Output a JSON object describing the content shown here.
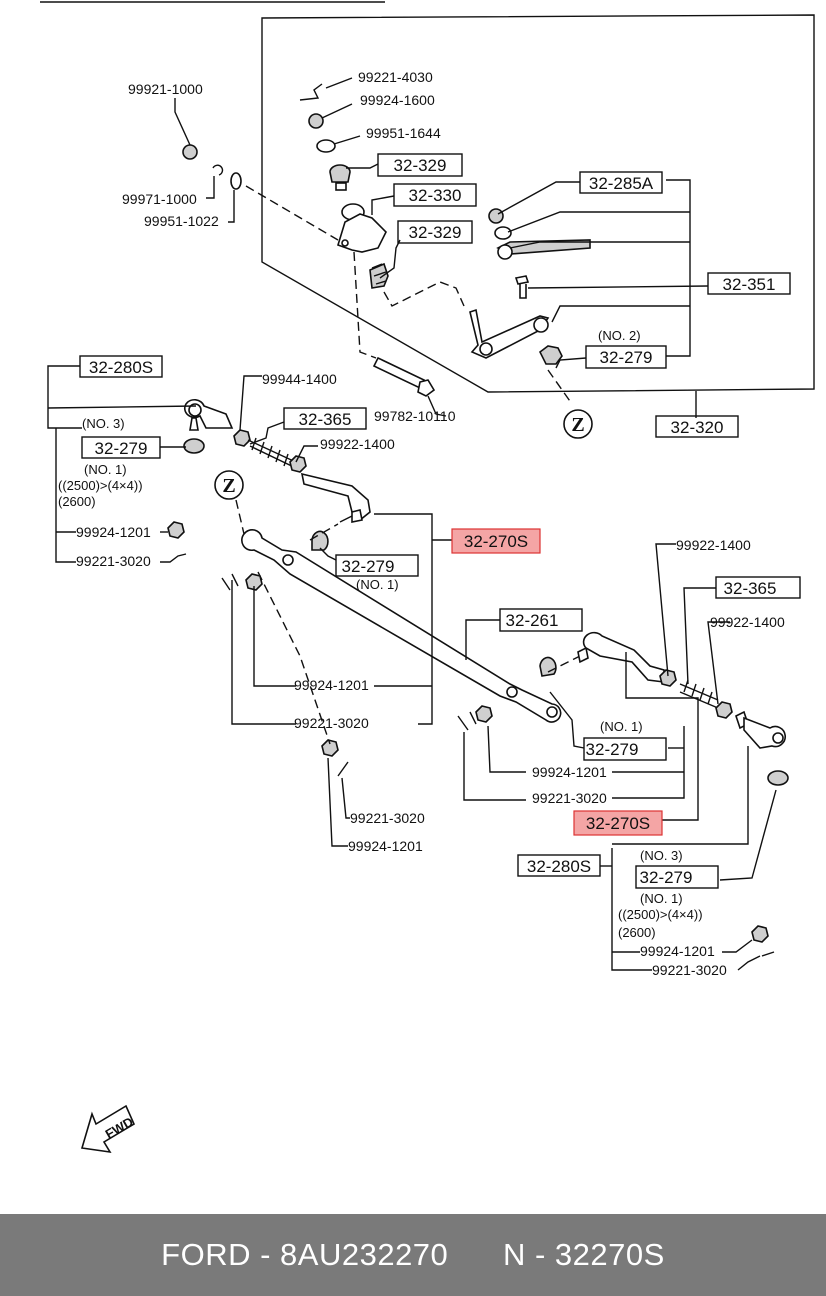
{
  "labels": {
    "l99221_4030": "99221-4030",
    "l99924_1600": "99924-1600",
    "l99951_1644": "99951-1644",
    "l99921_1000": "99921-1000",
    "l99971_1000": "99971-1000",
    "l99951_1022": "99951-1022",
    "l32_329a": "32-329",
    "l32_330": "32-330",
    "l32_329b": "32-329",
    "l32_285A": "32-285A",
    "l32_351": "32-351",
    "l32_279_top": "32-279",
    "no2": "(NO. 2)",
    "l32_320": "32-320",
    "l99782_10110": "99782-10110",
    "l32_280S_left": "32-280S",
    "l99944_1400": "99944-1400",
    "no3_left": "(NO. 3)",
    "l32_365_left": "32-365",
    "l32_279_left": "32-279",
    "l99922_1400_a": "99922-1400",
    "no1_left": "(NO. 1)",
    "cond_left_1": "((2500)>(4×4))",
    "cond_left_2": "(2600)",
    "l99924_1201_a": "99924-1201",
    "l99221_3020_a": "99221-3020",
    "l32_270S_top": "32-270S",
    "l32_279_mid": "32-279",
    "no1_mid": "(NO. 1)",
    "l99922_1400_b": "99922-1400",
    "l32_365_right": "32-365",
    "l99922_1400_c": "99922-1400",
    "l32_261": "32-261",
    "l99924_1201_b": "99924-1201",
    "l99221_3020_b": "99221-3020",
    "no1_right": "(NO. 1)",
    "l32_279_right": "32-279",
    "l99924_1201_c": "99924-1201",
    "l99221_3020_c": "99221-3020",
    "l32_270S_bottom": "32-270S",
    "l99221_3020_d": "99221-3020",
    "l99924_1201_d": "99924-1201",
    "l32_280S_right": "32-280S",
    "no3_right": "(NO. 3)",
    "l32_279_br": "32-279",
    "no1_br": "(NO. 1)",
    "cond_right_1": "((2500)>(4×4))",
    "cond_right_2": "(2600)",
    "l99924_1201_e": "99924-1201",
    "l99221_3020_e": "99221-3020",
    "z_top": "Z",
    "z_mid": "Z",
    "fwd": "FWD"
  },
  "highlight_color": "#f4a5a5",
  "footer": {
    "brand_part": "FORD - 8AU232270",
    "oem_part": "N - 32270S"
  }
}
